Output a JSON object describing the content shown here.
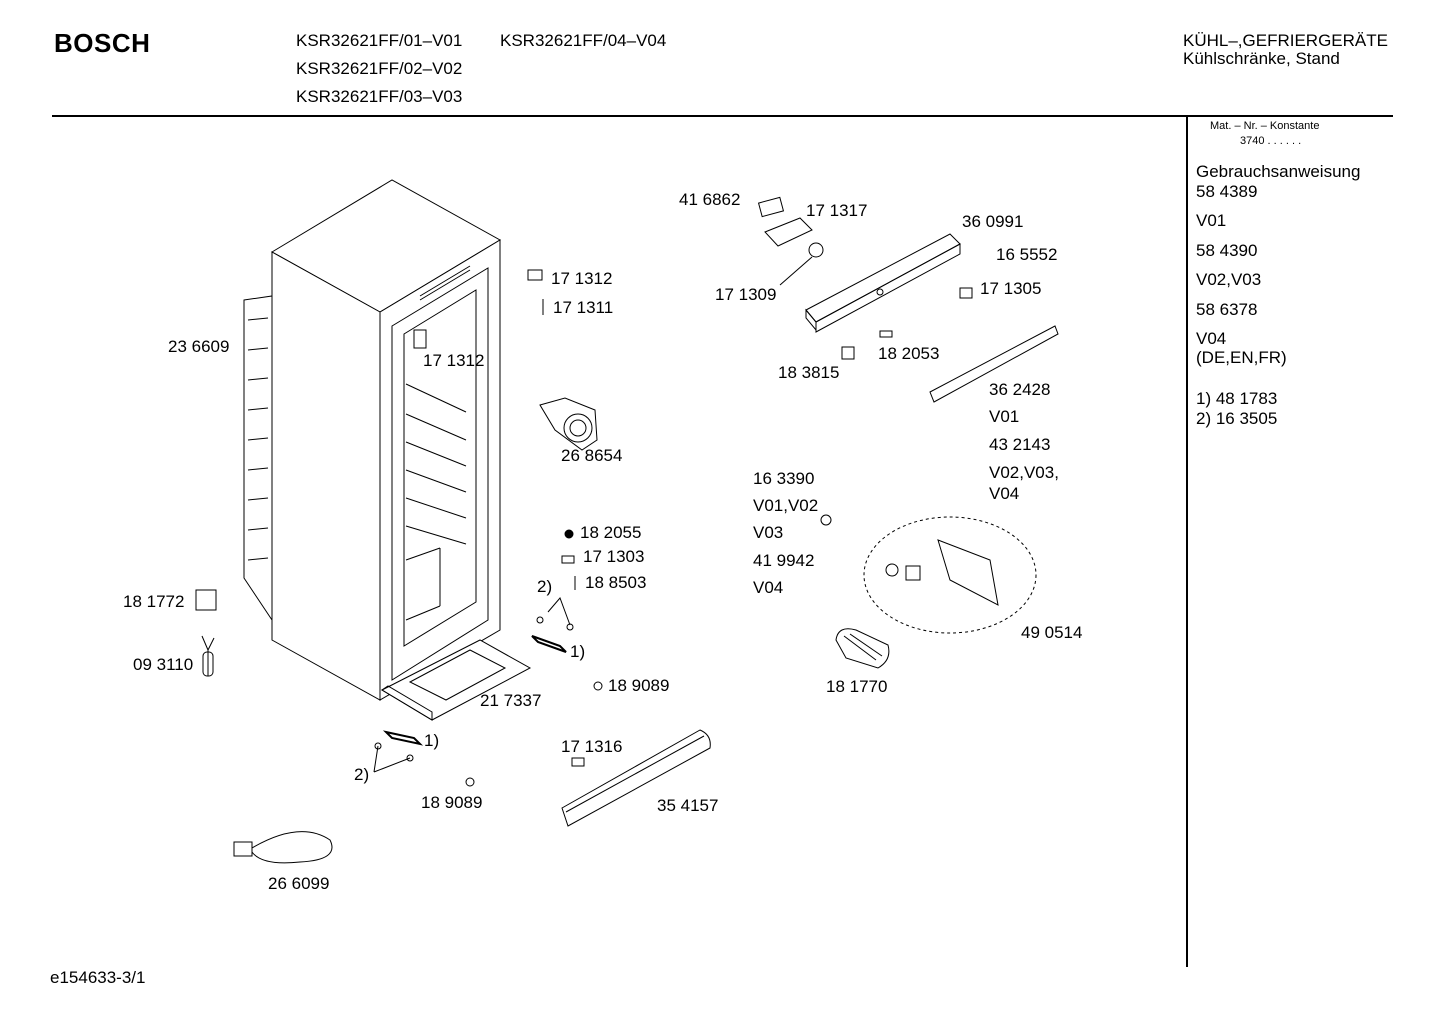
{
  "header": {
    "brand": "BOSCH",
    "models": [
      "KSR32621FF/01–V01",
      "KSR32621FF/04–V04",
      "KSR32621FF/02–V02",
      "KSR32621FF/03–V03"
    ],
    "category_line1": "KÜHL–,GEFRIERGERÄTE",
    "category_line2": "Kühlschränke, Stand"
  },
  "sidebar": {
    "constant_label": "Mat. – Nr. – Konstante",
    "constant_value": "3740 . . . . . .",
    "manual_label": "Gebrauchsanweisung",
    "entries": [
      "58 4389",
      "V01",
      "58 4390",
      "V02,V03",
      "58 6378",
      "V04",
      "(DE,EN,FR)"
    ],
    "notes": [
      "1) 48 1783",
      "2) 16 3505"
    ]
  },
  "parts": [
    "23 6609",
    "17 1312",
    "17 1312",
    "17 1311",
    "26 8654",
    "41 6862",
    "17 1317",
    "17 1309",
    "36 0991",
    "16 5552",
    "17 1305",
    "18 2053",
    "18 3815",
    "36 2428",
    "V01",
    "43 2143",
    "V02,V03,",
    "V04",
    "16 3390",
    "V01,V02",
    "V03",
    "41 9942",
    "V04",
    "18 2055",
    "17 1303",
    "18 8503",
    "2)",
    "1)",
    "18 1772",
    "09 3110",
    "21 7337",
    "18 9089",
    "1)",
    "2)",
    "18 9089",
    "17 1316",
    "35 4157",
    "49 0514",
    "18 1770",
    "26 6099"
  ],
  "footer": {
    "doc_id": "e154633-3/1"
  }
}
